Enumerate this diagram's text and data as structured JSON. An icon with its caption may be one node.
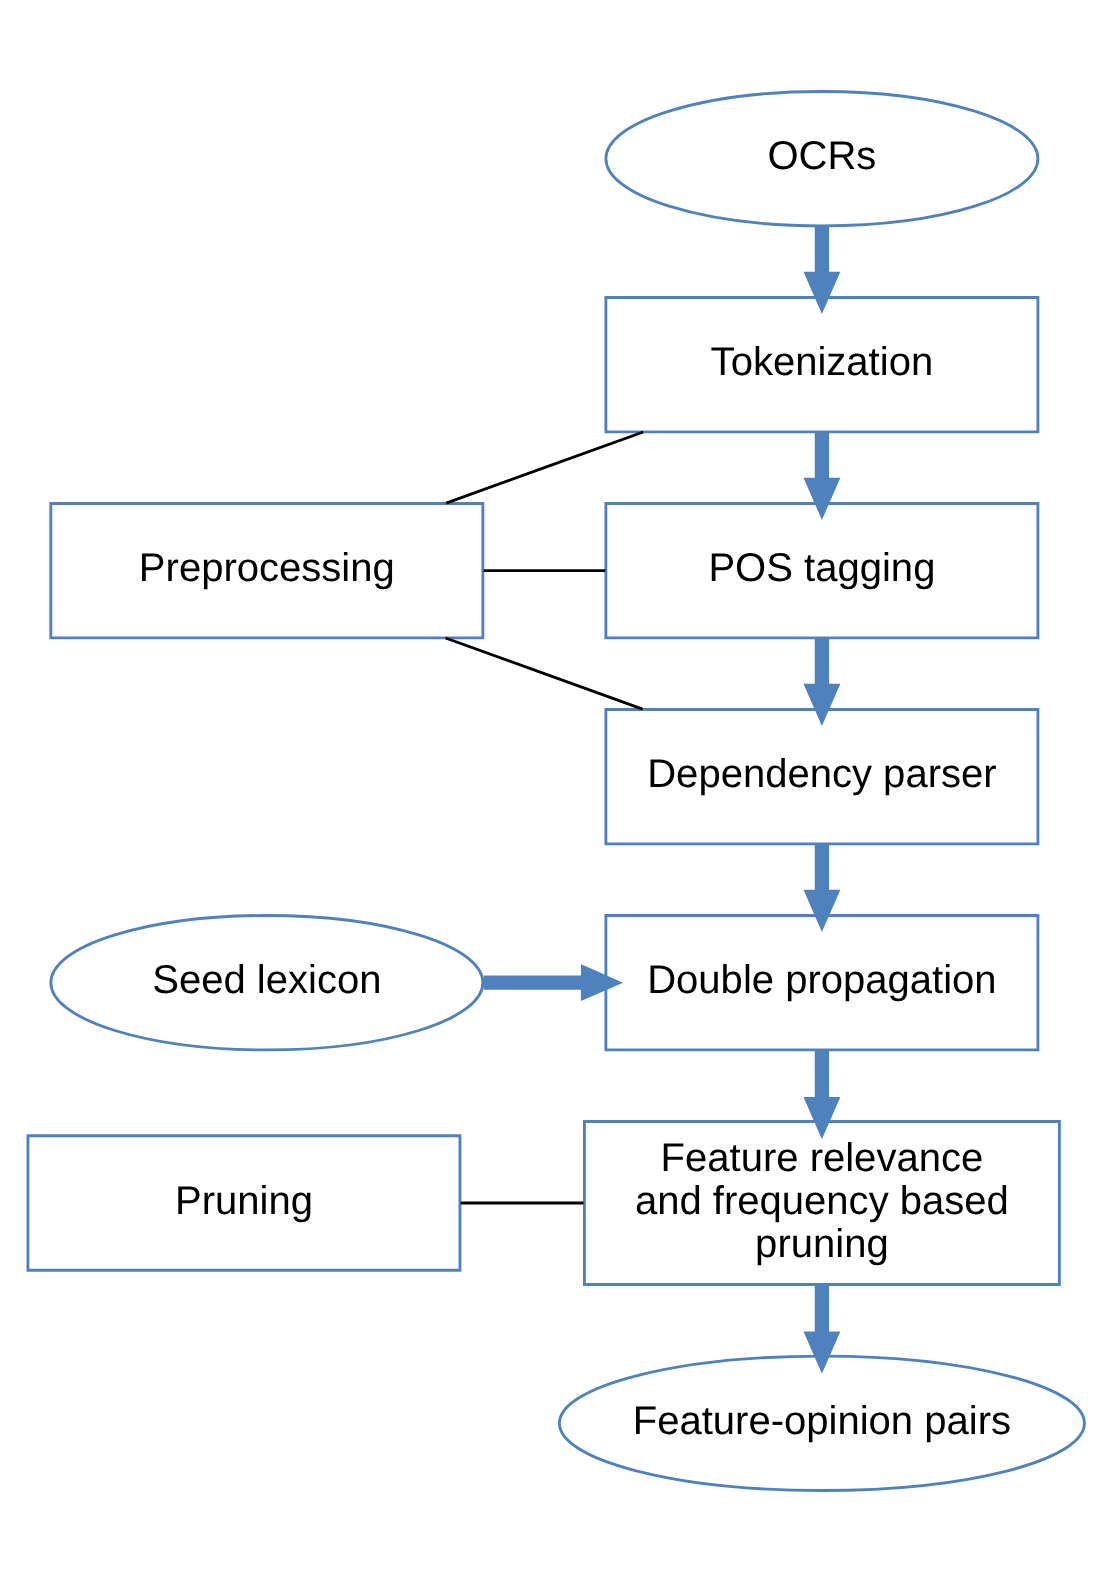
{
  "diagram": {
    "nodes": [
      {
        "text": [
          "OCRs"
        ]
      },
      {
        "text": [
          "Tokenization"
        ]
      },
      {
        "text": [
          "POS tagging"
        ]
      },
      {
        "text": [
          "Dependency parser"
        ]
      },
      {
        "text": [
          "Preprocessing"
        ]
      },
      {
        "text": [
          "Seed lexicon"
        ]
      },
      {
        "text": [
          "Double propagation"
        ]
      },
      {
        "text": [
          "Feature relevance and frequency based pruning"
        ]
      },
      {
        "text": [
          "Pruning"
        ]
      },
      {
        "text": [
          "Feature-opinion pairs"
        ]
      }
    ],
    "edges": [
      {
        "from": 0,
        "to": 1,
        "arrow": "to"
      },
      {
        "from": 1,
        "to": 2,
        "arrow": "to"
      },
      {
        "from": 2,
        "to": 3,
        "arrow": "to"
      },
      {
        "from": 4,
        "to": 1,
        "arrow": "none",
        "color": "#000000"
      },
      {
        "from": 4,
        "to": 2,
        "arrow": "none",
        "color": "#000000"
      },
      {
        "from": 4,
        "to": 3,
        "arrow": "none",
        "color": "#000000"
      },
      {
        "from": 3,
        "to": 6,
        "arrow": "to"
      },
      {
        "from": 5,
        "to": 6,
        "arrow": "to"
      },
      {
        "from": 6,
        "to": 7,
        "arrow": "to"
      },
      {
        "from": 8,
        "to": 7,
        "arrow": "none",
        "color": "#000000"
      },
      {
        "from": 7,
        "to": 9,
        "arrow": "to"
      }
    ]
  }
}
